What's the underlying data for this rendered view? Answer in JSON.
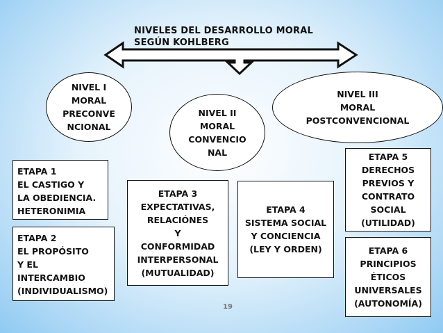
{
  "title": {
    "line1": "NIVELES DEL DESARROLLO MORAL",
    "line2": "SEGÚN KOHLBERG"
  },
  "levels": [
    {
      "text": "NIVEL I\nMORAL\nPRECONVE\nNCIONAL"
    },
    {
      "text": "NIVEL II\nMORAL\nCONVENCIO\nNAL"
    },
    {
      "text": "NIVEL III\nMORAL\nPOSTCONVENCIONAL"
    }
  ],
  "stages": [
    {
      "text": "ETAPA 1\nEL CASTIGO Y\nLA OBEDIENCIA.\nHETERONIMIA"
    },
    {
      "text": "ETAPA 2\nEL PROPÓSITO\nY EL\nINTERCAMBIO\n(INDIVIDUALISMO)"
    },
    {
      "text": "ETAPA 3\nEXPECTATIVAS,\nRELACIÓNES\nY\nCONFORMIDAD\nINTERPERSONAL\n(MUTUALIDAD)"
    },
    {
      "text": "ETAPA 4\nSISTEMA SOCIAL\nY CONCIENCIA\n(LEY Y ORDEN)"
    },
    {
      "text": "ETAPA 5\nDERECHOS\nPREVIOS Y\nCONTRATO\nSOCIAL\n(UTILIDAD)"
    },
    {
      "text": "ETAPA 6\nPRINCIPIOS\nÉTICOS\nUNIVERSALES\n(AUTONOMÍA)"
    }
  ],
  "page_number": "19",
  "colors": {
    "arrow_stroke": "#111111",
    "box_fill": "#ffffff",
    "background_edge": "#8fcaf2"
  }
}
